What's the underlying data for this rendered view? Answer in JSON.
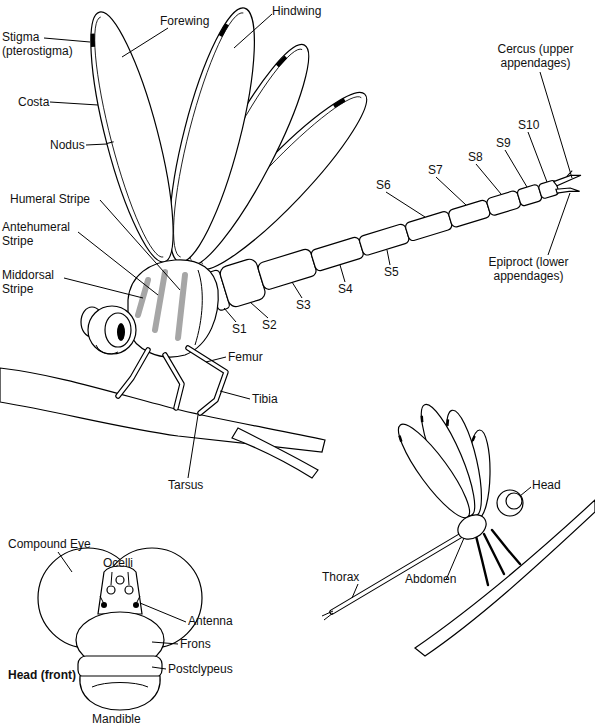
{
  "diagram": {
    "labels": [
      "Forewing",
      "Hindwing",
      "Stigma (pterostigma)",
      "Costa",
      "Nodus",
      "Humeral Stripe",
      "Antehumeral Stripe",
      "Middorsal Stripe",
      "Cercus (upper appendages)",
      "S10",
      "S9",
      "S8",
      "S7",
      "S6",
      "S5",
      "S4",
      "S3",
      "S2",
      "S1",
      "Epiproct (lower appendages)",
      "Femur",
      "Tibia",
      "Tarsus",
      "Compound Eye",
      "Ocelli",
      "Antenna",
      "Frons",
      "Postclypeus",
      "Mandible",
      "Head (front)",
      "Head",
      "Thorax",
      "Abdomen"
    ]
  }
}
